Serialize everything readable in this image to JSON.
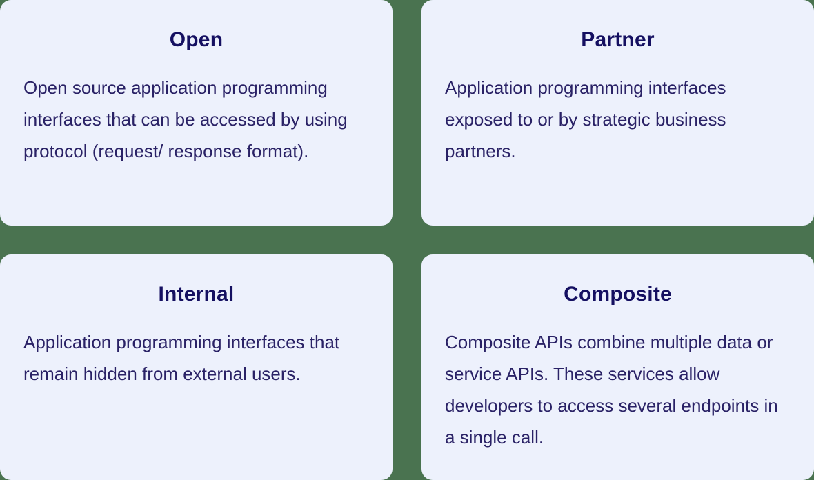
{
  "colors": {
    "page_bg": "#4A7350",
    "card_bg": "#EDF1FC",
    "title": "#151061",
    "body": "#2A2266"
  },
  "cards": [
    {
      "title": "Open",
      "description": "Open source application programming interfaces that can be accessed by using protocol (request/ response format)."
    },
    {
      "title": "Partner",
      "description": "Application programming interfaces exposed to or by strategic business partners."
    },
    {
      "title": "Internal",
      "description": "Application programming interfaces that remain hidden from external users."
    },
    {
      "title": "Composite",
      "description": "Composite APIs combine multiple data or service APIs. These services allow developers to access several endpoints in a single call."
    }
  ]
}
